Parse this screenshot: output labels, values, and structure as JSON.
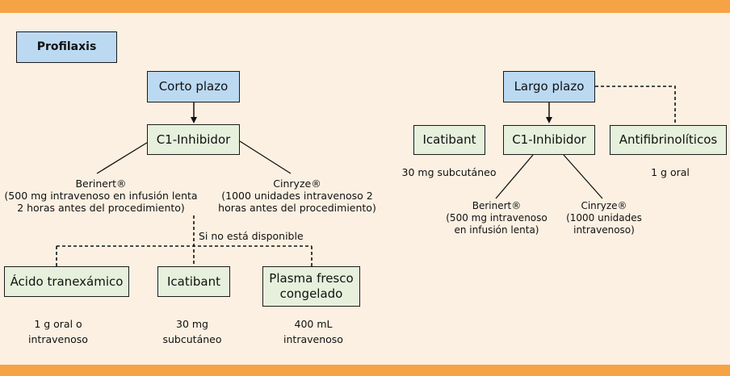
{
  "header": {
    "title": "Profilaxis"
  },
  "short_term": {
    "title": "Corto plazo",
    "c1": "C1-Inhibidor",
    "berinert": {
      "name": "Berinert®",
      "line1": "(500 mg intravenoso en infusión lenta",
      "line2": "2 horas antes del procedimiento)"
    },
    "cinryze": {
      "name": "Cinryze®",
      "line1": "(1000 unidades intravenoso 2",
      "line2": "horas antes del procedimiento)"
    },
    "fallback_label": "Si no está disponible",
    "alternatives": [
      {
        "label": "Ácido tranexámico",
        "dose1": "1 g oral o",
        "dose2": "intravenoso"
      },
      {
        "label": "Icatibant",
        "dose1": "30 mg",
        "dose2": "subcutáneo"
      },
      {
        "label1": "Plasma fresco",
        "label2": "congelado",
        "dose1": "400 mL",
        "dose2": "intravenoso"
      }
    ]
  },
  "long_term": {
    "title": "Largo plazo",
    "icatibant": {
      "label": "Icatibant",
      "dose": "30 mg subcutáneo"
    },
    "c1": "C1-Inhibidor",
    "antifib": {
      "label": "Antifibrinolíticos",
      "dose": "1 g oral"
    },
    "berinert": {
      "name": "Berinert®",
      "line1": "(500 mg intravenoso",
      "line2": "en infusión lenta)"
    },
    "cinryze": {
      "name": "Cinryze®",
      "line1": "(1000 unidades",
      "line2": "intravenoso)"
    }
  }
}
